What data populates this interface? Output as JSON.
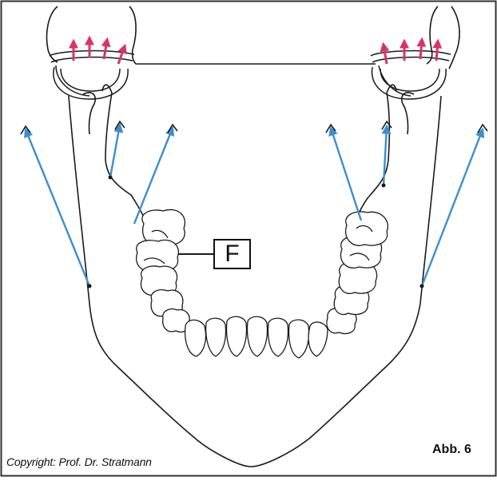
{
  "labels": {
    "marker": "F",
    "figure_number": "Abb. 6",
    "copyright": "Copyright: Prof. Dr. Stratmann"
  },
  "colors": {
    "outline": "#1a1a1a",
    "muscle_arrow": "#3b8fd0",
    "joint_force_arrow": "#d9326e",
    "background": "#ffffff",
    "frame": "#333333"
  },
  "icons": {
    "muscle_arrow": "blue-arrow-icon",
    "joint_arrow": "magenta-arrow-icon",
    "attachment_point": "dot-icon"
  }
}
